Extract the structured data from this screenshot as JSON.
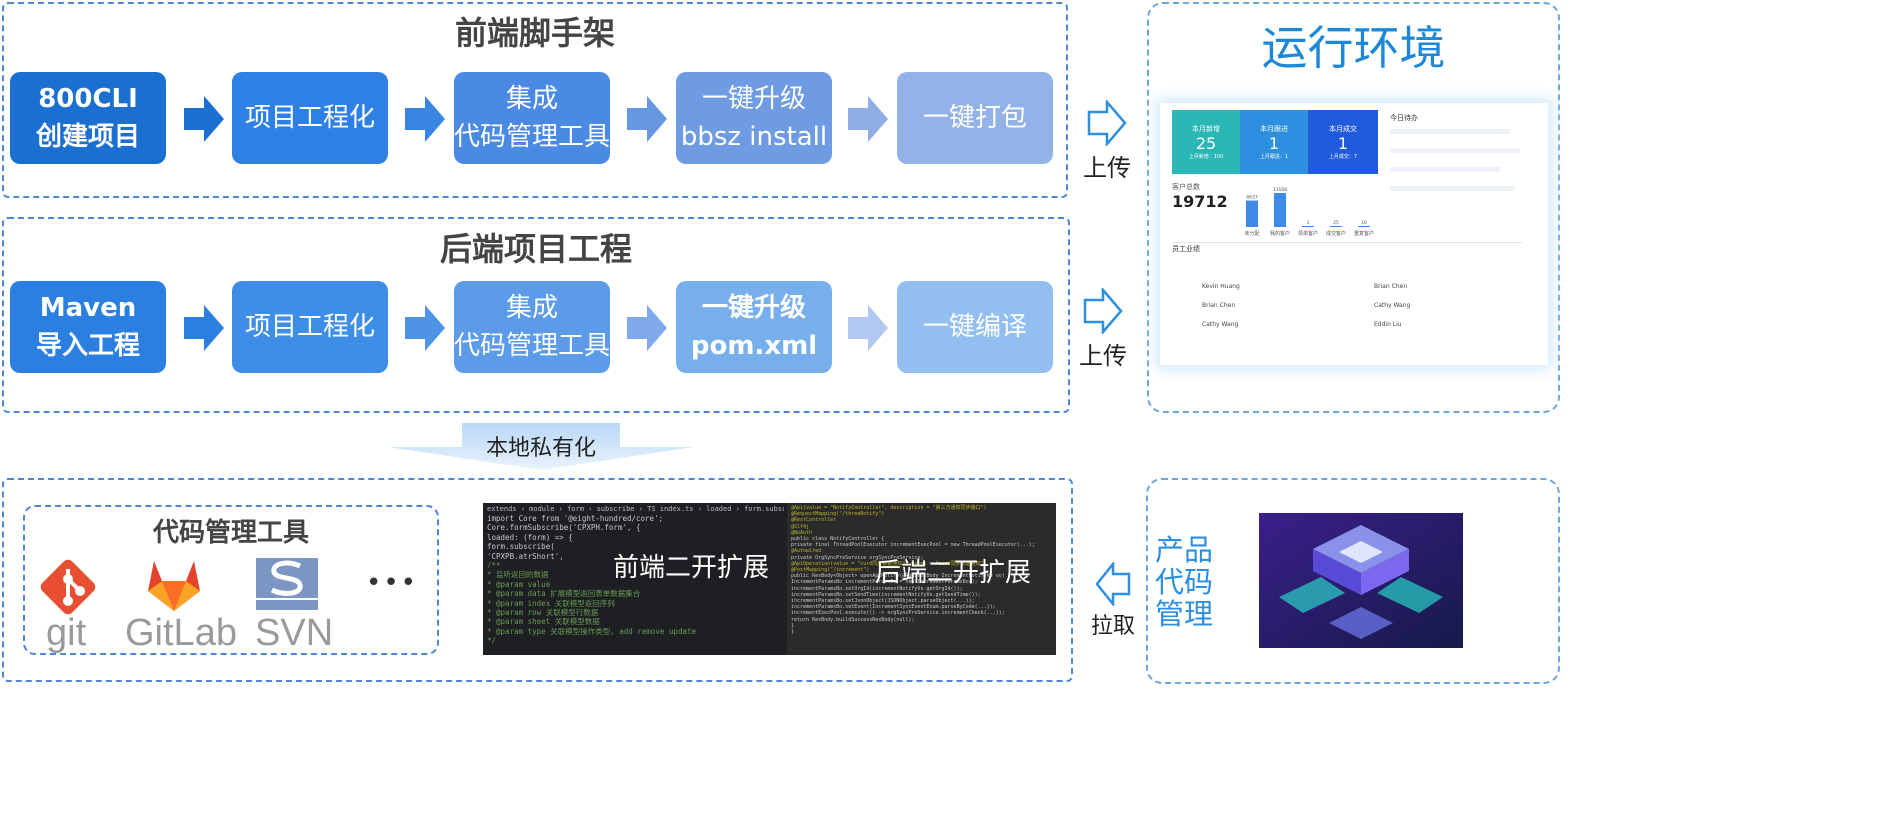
{
  "frontend": {
    "title": "前端脚手架",
    "steps": [
      {
        "line1": "800CLI",
        "line2": "创建项目",
        "color": "#1a6fd0"
      },
      {
        "line1": "项目工程化",
        "line2": "",
        "color": "#2f80e4"
      },
      {
        "line1": "集成",
        "line2": "代码管理工具",
        "color": "#4a8ae2"
      },
      {
        "line1": "一键升级",
        "line2": "bbsz install",
        "color": "#6f9be2"
      },
      {
        "line1": "一键打包",
        "line2": "",
        "color": "#93b2e8"
      }
    ]
  },
  "backend": {
    "title": "后端项目工程",
    "steps": [
      {
        "line1": "Maven",
        "line2": "导入工程",
        "color": "#2a7fe0"
      },
      {
        "line1": "项目工程化",
        "line2": "",
        "color": "#3e8de6"
      },
      {
        "line1": "集成",
        "line2": "代码管理工具",
        "color": "#5b9be8"
      },
      {
        "line1": "一键升级",
        "line2": "pom.xml",
        "color": "#77afec"
      },
      {
        "line1": "一键编译",
        "line2": "",
        "color": "#92bff0"
      }
    ]
  },
  "runtime": {
    "title": "运行环境",
    "upload_label": "上传",
    "dashboard": {
      "stats": [
        {
          "label": "本月新增",
          "value": "25",
          "sub": "上月新增：100"
        },
        {
          "label": "本月跟进",
          "value": "1",
          "sub": "上月跟进：1"
        },
        {
          "label": "本月成交",
          "value": "1",
          "sub": "上月成交：7"
        }
      ],
      "customer_label": "客户总数",
      "customer_total": "19712",
      "bars": [
        {
          "label": "未分配",
          "value": 8637
        },
        {
          "label": "我的客户",
          "value": 11108
        },
        {
          "label": "领单客户",
          "value": 1
        },
        {
          "label": "成交客户",
          "value": 25
        },
        {
          "label": "重复客户",
          "value": 10
        }
      ],
      "today_label": "今日待办",
      "staff_label": "员工业绩",
      "staff": [
        "Kevin Huang",
        "Brian Chen",
        "Cathy Wang"
      ],
      "staff_right": [
        "Brian Chen",
        "Cathy Wang",
        "Eddin Liu"
      ]
    }
  },
  "privatize": {
    "label": "本地私有化"
  },
  "code_mgmt": {
    "title": "代码管理工具",
    "tools": [
      {
        "name": "git",
        "icon": "git-logo"
      },
      {
        "name": "GitLab",
        "icon": "gitlab-logo"
      },
      {
        "name": "SVN",
        "icon": "subversion-logo"
      }
    ],
    "more": "•••"
  },
  "extensions": {
    "frontend_label": "前端二开扩展",
    "backend_label": "后端二开扩展",
    "frontend_breadcrumb": "extends › module › form › subscribe › TS index.ts › loaded › form.subscribe('CPXPB.atrShort')",
    "frontend_code": [
      "import Core from '@eight-hundred/core';",
      "",
      "Core.formSubscribe('CPXPH.form', {",
      "  loaded: (form) => {",
      "    form.subscribe(",
      "      'CPXPB.atrShort',",
      "      /**",
      "       * 监听返回的数据",
      "       * @param value",
      "       * @param data 扩展模型返回表单数据集合",
      "       * @param index 关联模型返回序列",
      "       * @param row  关联模型行数据",
      "       * @param sheet 关联模型数据",
      "       * @param type 关联模型操作类型, add remove update",
      "       */"
    ],
    "backend_code": [
      "@Api(value = \"NotifyController\", description = \"第三方通知同步接口\")",
      "@RequestMapping(\"/threeNotify\")",
      "@RestController",
      "@Slf4j",
      "@NoAuth",
      "public class NotifyController {",
      "",
      "    private final ThreadPoolExecutor incrementExecPool = new ThreadPoolExecutor(...);",
      "",
      "    @Autowired",
      "    private OrgSyncPreService orgSyncPreService;",
      "",
      "    @ApiOperation(value = \"curd同步数据通知\", notes = \"curd同步数据通知\")",
      "    @PostMapping(\"/increment\")",
      "    public ResBody<Object> openApiNotify(@RequestBody IncrementNotifyVo vo) {",
      "        IncrementParamsBo incrementParamsBo = new IncrementParamsBo();",
      "        incrementParamsBo.setOrgId(incrementNotifyVo.getOrgId());",
      "        incrementParamsBo.setSendTime(incrementNotifyVo.getSendTime());",
      "        incrementParamsBo.setJsonObject(JSONObject.parseObject(...));",
      "        incrementParamsBo.setEvent(IncrementSyncEventEnum.parseByCode(...));",
      "        incrementExecPool.execute(() -> orgSyncPreService.incrementCheck(...));",
      "        return ResBody.buildSuccessResBody(null);",
      "    }",
      "}"
    ]
  },
  "product": {
    "title_lines": [
      "产品",
      "代码",
      "管理"
    ],
    "pull_label": "拉取",
    "image": "server-isometric-illustration"
  },
  "colors": {
    "panel_border": "#4f86d8",
    "runtime_title": "#1e88d8",
    "product_title": "#2d8fe0"
  }
}
